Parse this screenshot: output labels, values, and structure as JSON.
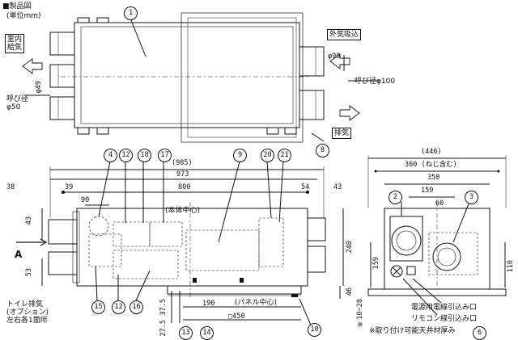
{
  "header": {
    "title": "■製品図",
    "unit": "(単位mm)"
  },
  "labels": {
    "indoor_supply": "室内\n給気",
    "outdoor_intake": "外気吸込",
    "exhaust": "排気",
    "nominal_right": "呼び径φ100",
    "dim_99": "φ99",
    "nominal_left_dim": "φ49",
    "nominal_left": "呼び径\nφ50",
    "body_center": "(本体中心)",
    "panel_center": "(パネル中心)",
    "toilet_exhaust": "トイレ排気\n(オプション)\n左右各1箇所",
    "power_inlet": "電源用電線引込み口",
    "remote_inlet": "リモコン線引込み口",
    "ceiling_note": "※取り付け可能天井材厚み",
    "ceiling_range": "※10~28",
    "view_arrow": "A"
  },
  "dimensions": {
    "d985": "(985)",
    "d973": "973",
    "d800": "800",
    "d38": "38",
    "d39": "39",
    "d90": "90",
    "d54": "54",
    "d43": "43",
    "d43v": "43",
    "d53": "53",
    "d240": "240",
    "d46": "46",
    "d375": "37.5",
    "d275": "27.5",
    "d190": "190",
    "d450": "□450",
    "d446": "(446)",
    "d360": "360 (ねじ含む)",
    "d350": "350",
    "d159": "159",
    "d60": "60",
    "d159v": "159",
    "d110": "110"
  },
  "callouts": [
    "1",
    "2",
    "3",
    "4",
    "6",
    "8",
    "9",
    "10",
    "12",
    "12",
    "13",
    "14",
    "15",
    "16",
    "17",
    "18",
    "20",
    "21"
  ]
}
